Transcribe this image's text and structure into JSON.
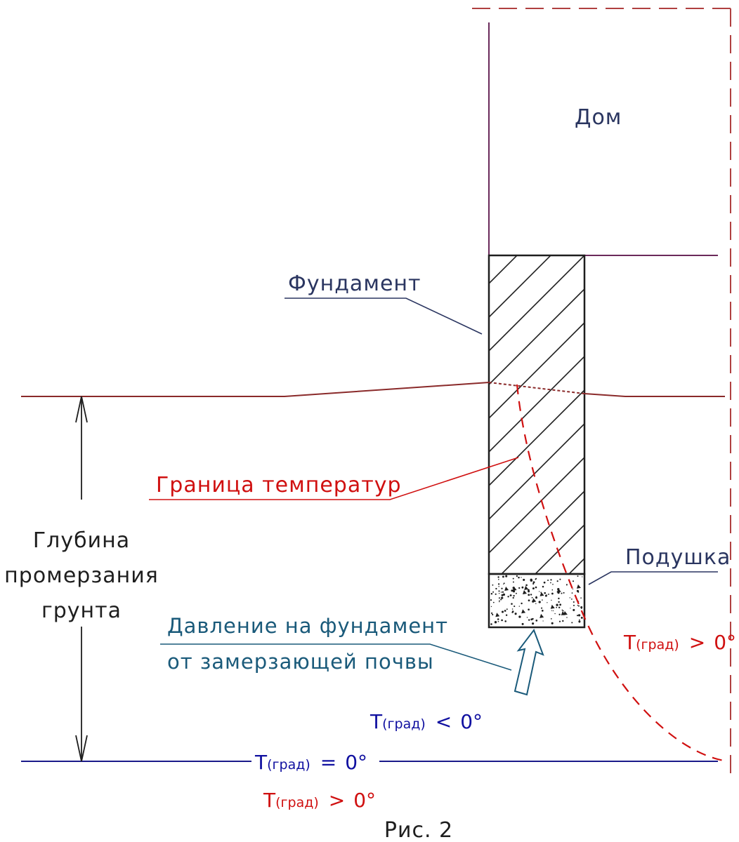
{
  "labels": {
    "house": "Дом",
    "foundation": "Фундамент",
    "temperature_boundary": "Граница температур",
    "depth_line1": "Глубина",
    "depth_line2": "промерзания",
    "depth_line3": "грунта",
    "cushion": "Подушка",
    "pressure_line1": "Давление на фундамент",
    "pressure_line2": "от замерзающей почвы",
    "caption": "Рис. 2"
  },
  "temps": {
    "t_symbol": "T",
    "t_sub": "(град)",
    "right_op": ">",
    "right_val": "0°",
    "below_op": "<",
    "below_val": "0°",
    "line_op": "=",
    "line_val": "0°",
    "bottom_op": ">",
    "bottom_val": "0°"
  },
  "colors": {
    "house_outline": "#6a2a5a",
    "ground_line": "#8a2a2a",
    "freeze_line": "#1a1a8a",
    "boundary_curve": "#d01010",
    "pressure_arrow": "#1a5a7a",
    "structure": "#1e1e1e"
  }
}
